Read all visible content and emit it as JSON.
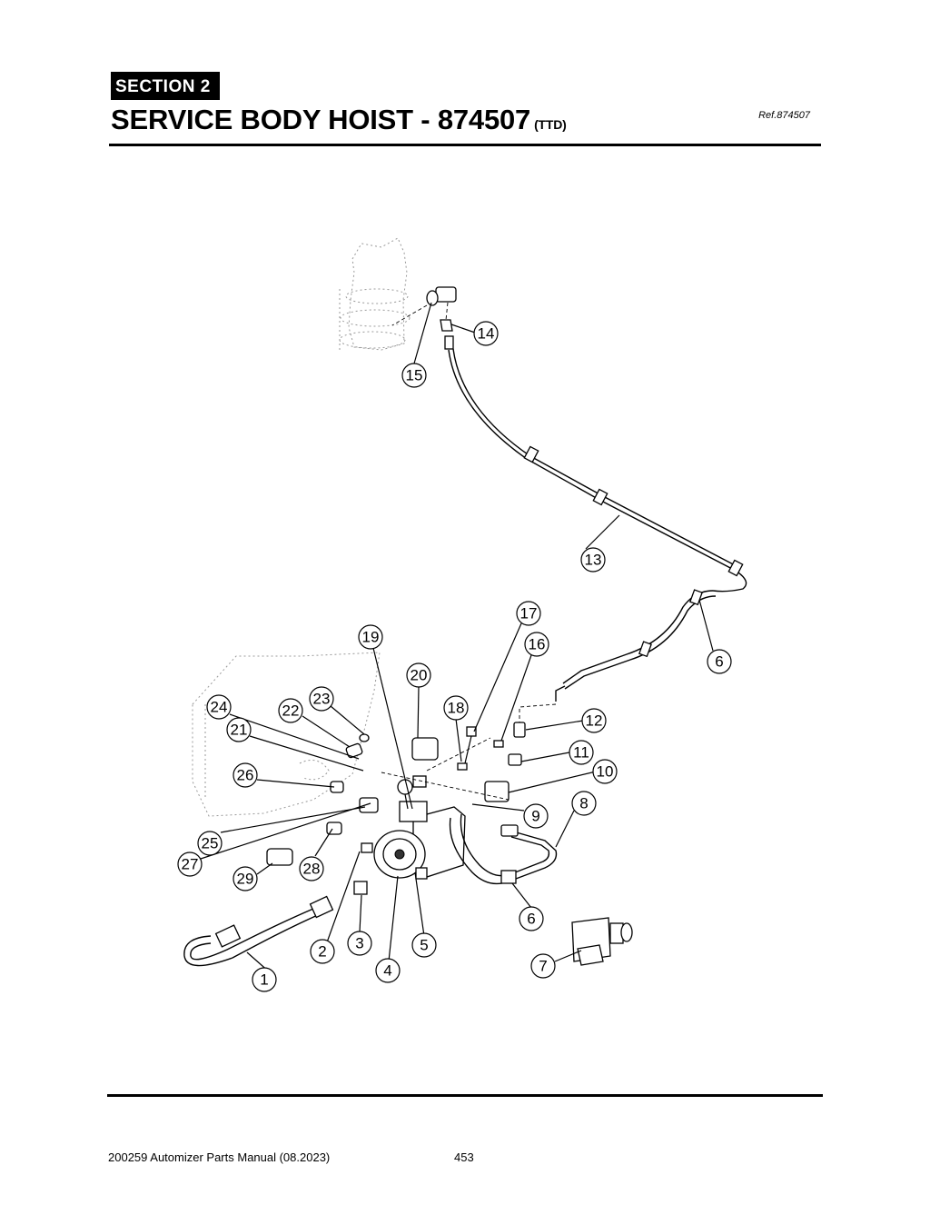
{
  "header": {
    "section_label": "SECTION  2",
    "title": "SERVICE BODY HOIST - 874507",
    "title_suffix": "(TTD)",
    "ref": "Ref.874507"
  },
  "callouts": [
    {
      "label": "1"
    },
    {
      "label": "2"
    },
    {
      "label": "3"
    },
    {
      "label": "4"
    },
    {
      "label": "5"
    },
    {
      "label": "6"
    },
    {
      "label": "6"
    },
    {
      "label": "7"
    },
    {
      "label": "8"
    },
    {
      "label": "9"
    },
    {
      "label": "10"
    },
    {
      "label": "11"
    },
    {
      "label": "12"
    },
    {
      "label": "13"
    },
    {
      "label": "14"
    },
    {
      "label": "15"
    },
    {
      "label": "16"
    },
    {
      "label": "17"
    },
    {
      "label": "18"
    },
    {
      "label": "19"
    },
    {
      "label": "20"
    },
    {
      "label": "21"
    },
    {
      "label": "22"
    },
    {
      "label": "23"
    },
    {
      "label": "24"
    },
    {
      "label": "25"
    },
    {
      "label": "26"
    },
    {
      "label": "27"
    },
    {
      "label": "28"
    },
    {
      "label": "29"
    }
  ],
  "footer": {
    "manual": "200259 Automizer Parts Manual (08.2023)",
    "page_number": "453"
  }
}
